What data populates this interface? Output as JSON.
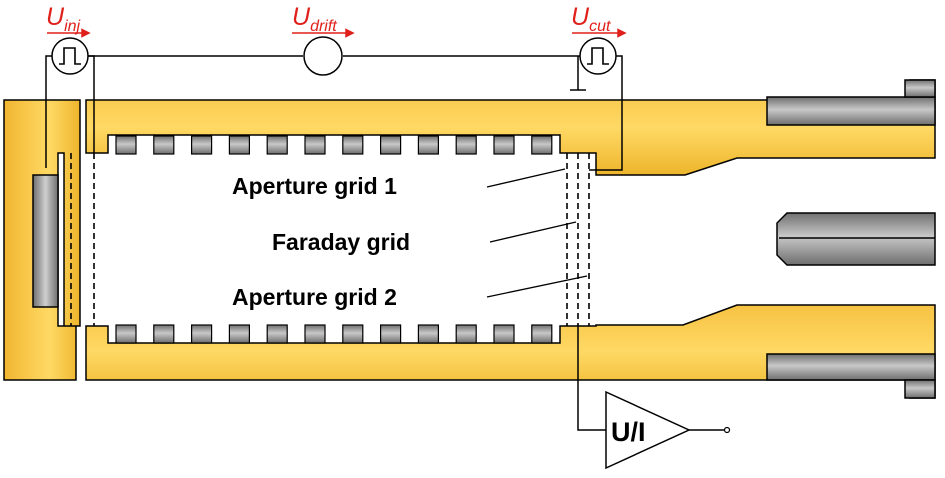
{
  "voltages": {
    "inj": {
      "symbol": "U",
      "subscript": "inj"
    },
    "drift": {
      "symbol": "U",
      "subscript": "drift"
    },
    "cut": {
      "symbol": "U",
      "subscript": "cut"
    }
  },
  "labels": {
    "aperture_grid_1": "Aperture grid 1",
    "faraday_grid": "Faraday grid",
    "aperture_grid_2": "Aperture grid 2"
  },
  "amplifier": {
    "label": "U/I"
  },
  "colors": {
    "gold": "#F0B72F",
    "gold_light": "#FFD75A",
    "grey": "#8C8C8C",
    "grey_light": "#C8C8C8",
    "voltage_red": "#E0201A",
    "wire": "#000000"
  }
}
